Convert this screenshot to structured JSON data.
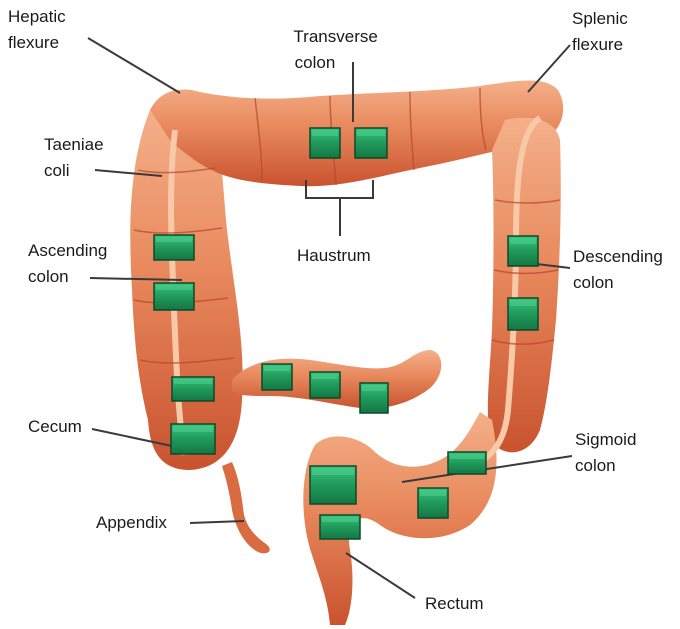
{
  "colors": {
    "colon_light": "#f0a07a",
    "colon_mid": "#e07a4e",
    "colon_dark": "#c4502e",
    "taenia": "#f7c9a8",
    "box_green": "#1f9a5a",
    "box_border": "#0b4a2a",
    "text": "#1a1a1a"
  },
  "labels": {
    "hepatic": [
      "Hepatic",
      "flexure"
    ],
    "transverse": [
      "Transverse",
      "colon"
    ],
    "splenic": [
      "Splenic",
      "flexure"
    ],
    "taeniae": [
      "Taeniae",
      "coli"
    ],
    "ascending": [
      "Ascending",
      "colon"
    ],
    "haustrum": [
      "Haustrum"
    ],
    "descending": [
      "Descending",
      "colon"
    ],
    "cecum": [
      "Cecum"
    ],
    "sigmoid": [
      "Sigmoid",
      "colon"
    ],
    "appendix": [
      "Appendix"
    ],
    "rectum": [
      "Rectum"
    ]
  },
  "answer_boxes_count_note": ""
}
